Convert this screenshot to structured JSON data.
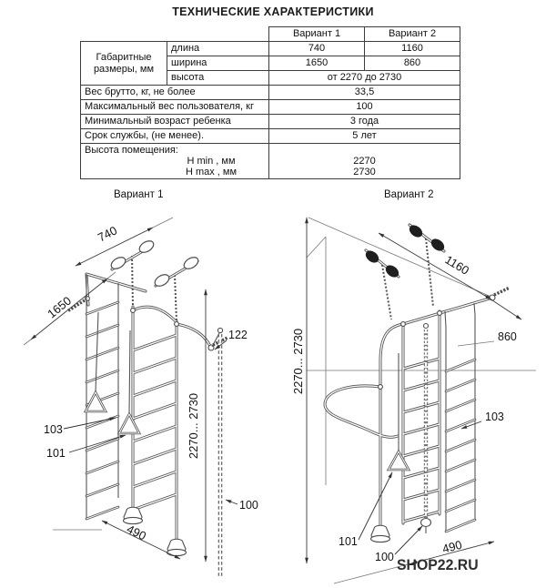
{
  "title": "ТЕХНИЧЕСКИЕ ХАРАКТЕРИСТИКИ",
  "table": {
    "variant1_header": "Вариант 1",
    "variant2_header": "Вариант 2",
    "dims_label": "Габаритные размеры, мм",
    "length_label": "длина",
    "length_v1": "740",
    "length_v2": "1160",
    "width_label": "ширина",
    "width_v1": "1650",
    "width_v2": "860",
    "height_label": "высота",
    "height_value": "от 2270 до 2730",
    "gross_weight_label": "Вес брутто, кг, не более",
    "gross_weight_value": "33,5",
    "max_user_weight_label": "Максимальный вес пользователя, кг",
    "max_user_weight_value": "100",
    "min_age_label": "Минимальный возраст ребенка",
    "min_age_value": "3 года",
    "service_life_label": "Срок службы, (не менее).",
    "service_life_value": "5 лет",
    "room_height_label": "Высота помещения:",
    "h_min_label": "H min , мм",
    "h_min_value": "2270",
    "h_max_label": "H max , мм",
    "h_max_value": "2730"
  },
  "drawings": {
    "variant1": {
      "caption": "Вариант 1",
      "dim_width": "740",
      "dim_depth": "1650",
      "dim_bracket": "122",
      "part_ladder": "103",
      "part_ring": "101",
      "part_rope": "100",
      "dim_height": "2270... 2730",
      "dim_base": "490"
    },
    "variant2": {
      "caption": "Вариант 2",
      "dim_width": "1160",
      "dim_depth": "860",
      "part_ladder": "103",
      "part_ring": "101",
      "part_rope": "100",
      "dim_height": "2270... 2730",
      "dim_base": "490"
    }
  },
  "watermark": "SHOP22.RU"
}
